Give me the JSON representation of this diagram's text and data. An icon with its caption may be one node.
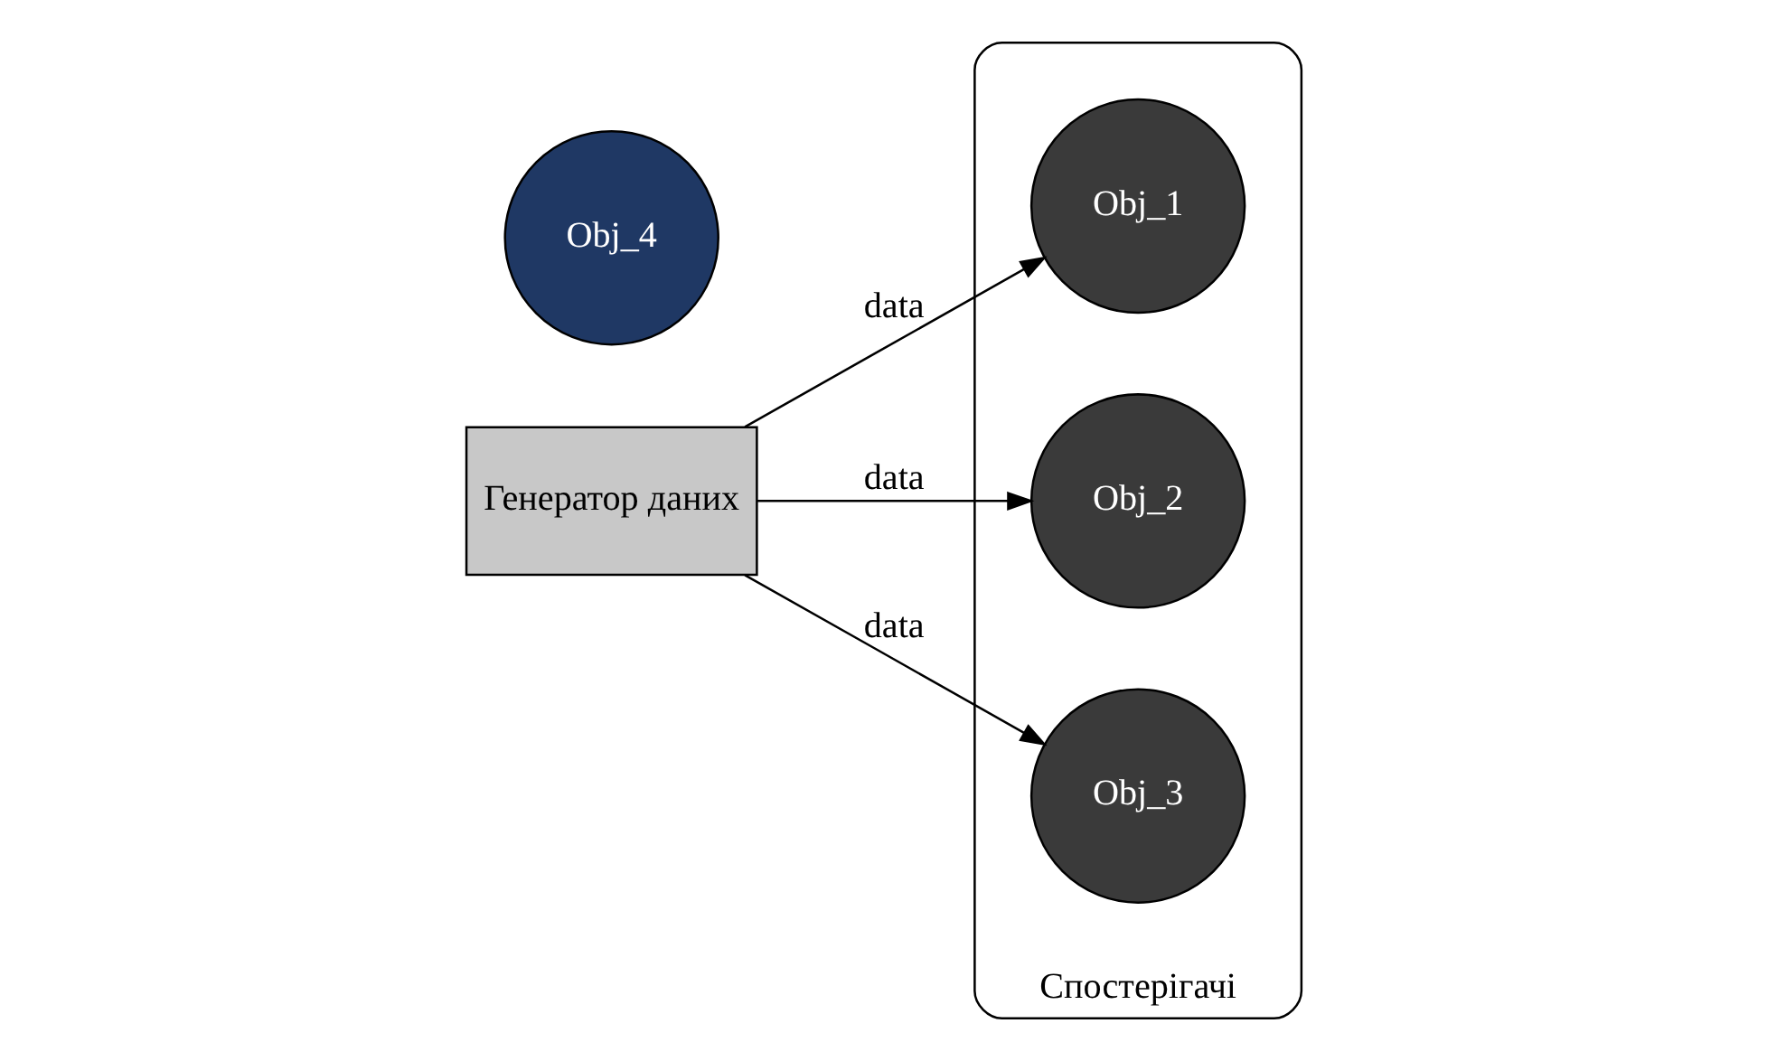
{
  "diagram": {
    "nodes": [
      {
        "text": [
          "Генератор даних"
        ]
      },
      {
        "text": [
          "Спостерігачі"
        ]
      },
      {
        "text": [
          "Obj_1"
        ],
        "in": 1
      },
      {
        "text": [
          "Obj_2"
        ],
        "in": 1
      },
      {
        "text": [
          "Obj_3"
        ],
        "in": 1
      },
      {
        "text": [
          "Obj_4"
        ]
      }
    ],
    "edges": [
      {
        "from": 0,
        "to": 2,
        "arrow": "to",
        "label": "data"
      },
      {
        "from": 0,
        "to": 3,
        "arrow": "to",
        "label": "data"
      },
      {
        "from": 0,
        "to": 4,
        "arrow": "to",
        "label": "data"
      }
    ]
  }
}
